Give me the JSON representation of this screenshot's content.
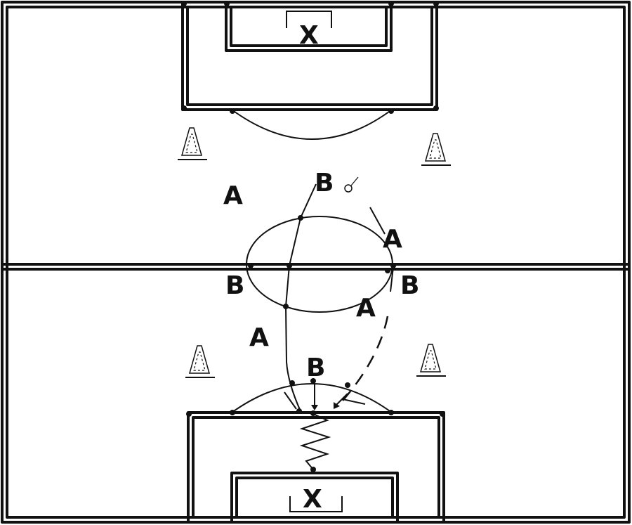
{
  "players": {
    "a_left_top": "A",
    "b_top": "B",
    "a_right_upper": "A",
    "b_center_left": "B",
    "b_center_right": "B",
    "a_right_lower": "A",
    "a_left_lower": "A",
    "b_bottom": "B"
  },
  "goalkeepers": {
    "top": "X",
    "bottom": "X"
  }
}
